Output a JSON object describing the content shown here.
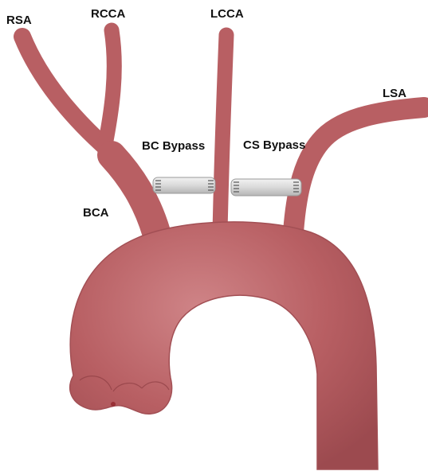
{
  "labels": {
    "rsa": "RSA",
    "rcca": "RCCA",
    "lcca": "LCCA",
    "lsa": "LSA",
    "bca": "BCA",
    "bc_bypass": "BC Bypass",
    "cs_bypass": "CS Bypass"
  },
  "colors": {
    "vessel": "#b85f63",
    "vessel_dark": "#98464b",
    "vessel_light": "#cf8487",
    "graft": "#d9d9d9",
    "graft_edge": "#7d7d7d",
    "background": "#ffffff"
  }
}
